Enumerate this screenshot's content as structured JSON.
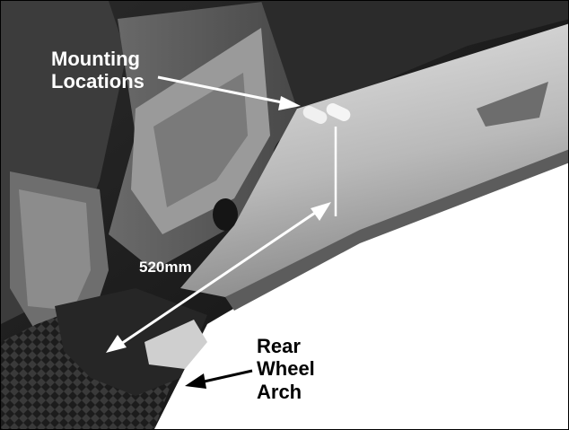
{
  "annotations": {
    "mounting_line1": "Mounting",
    "mounting_line2": "Locations",
    "measurement": "520mm",
    "arch_line1": "Rear",
    "arch_line2": "Wheel",
    "arch_line3": "Arch"
  },
  "colors": {
    "label_light": "#ffffff",
    "label_dark": "#000000",
    "arrow_light": "#ffffff",
    "arrow_dark": "#000000"
  }
}
